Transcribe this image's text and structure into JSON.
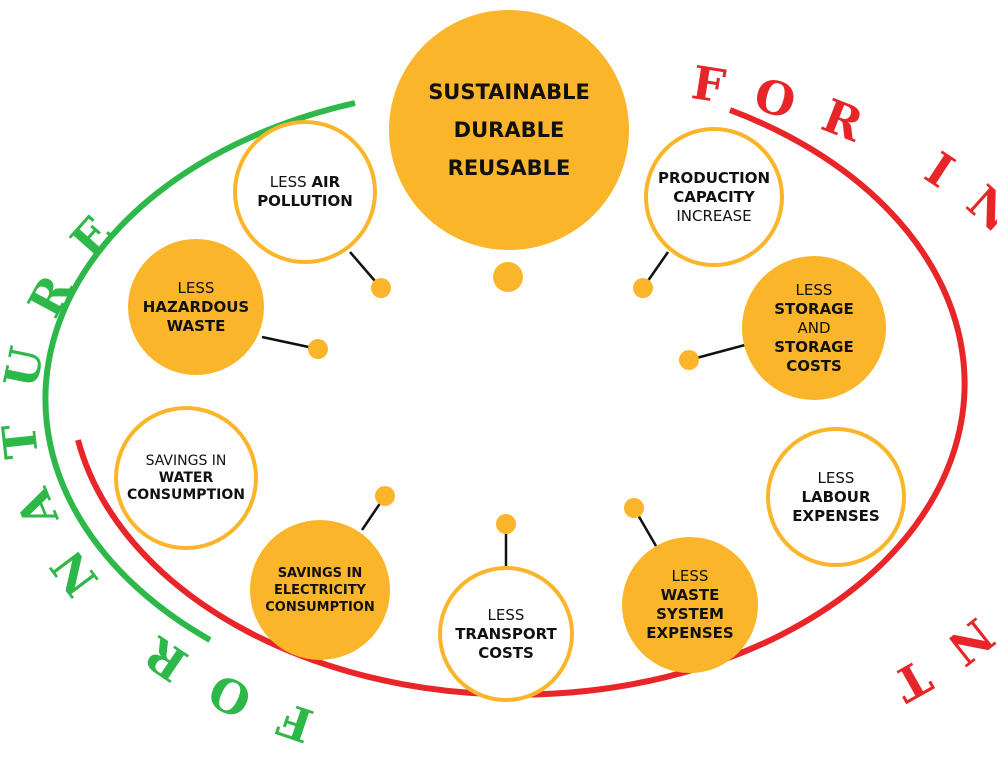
{
  "colors": {
    "accent": "#fbb52a",
    "nature": "#2fb84a",
    "investment": "#e8262a"
  },
  "arc_labels": {
    "nature": "FOR NATURE",
    "investment": "FOR INVESTMENT"
  },
  "center": {
    "lines": [
      "SUSTAINABLE",
      "DURABLE",
      "REUSABLE"
    ]
  },
  "benefits": {
    "air": {
      "l1a": "LESS ",
      "l1b": "AIR",
      "l2": "POLLUTION"
    },
    "hazardous": {
      "l1": "LESS",
      "l2": "HAZARDOUS",
      "l3": "WASTE"
    },
    "water": {
      "l1": "SAVINGS IN",
      "l2": "WATER",
      "l3": "CONSUMPTION"
    },
    "electricity": {
      "l1": "SAVINGS IN",
      "l2": "ELECTRICITY",
      "l3": "CONSUMPTION"
    },
    "transport": {
      "l1": "LESS",
      "l2": "TRANSPORT",
      "l3": "COSTS"
    },
    "waste_system": {
      "l1": "LESS",
      "l2": "WASTE",
      "l3": "SYSTEM",
      "l4": "EXPENSES"
    },
    "labour": {
      "l1": "LESS",
      "l2": "LABOUR",
      "l3": "EXPENSES"
    },
    "storage": {
      "l1": "LESS",
      "l2": "STORAGE",
      "l3": "AND",
      "l4": "STORAGE",
      "l5": "COSTS"
    },
    "production": {
      "l1": "PRODUCTION",
      "l2": "CAPACITY",
      "l3": "INCREASE"
    }
  }
}
